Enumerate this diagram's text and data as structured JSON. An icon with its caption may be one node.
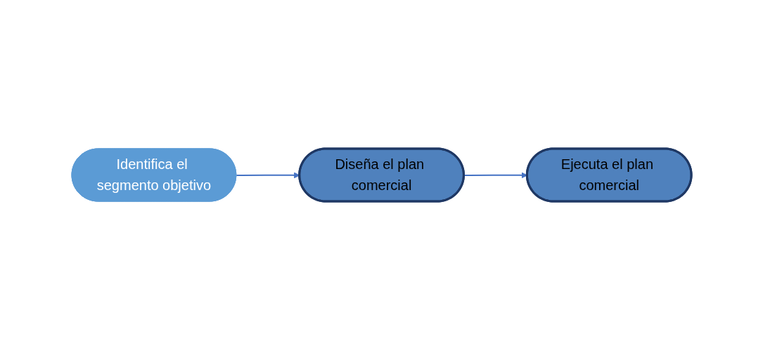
{
  "diagram": {
    "nodes": [
      {
        "text": [
          "Identifica el segmento objetivo"
        ]
      },
      {
        "text": [
          "Diseña el plan comercial"
        ]
      },
      {
        "text": [
          "Ejecuta el plan comercial"
        ]
      }
    ],
    "edges": [
      {
        "from": 0,
        "to": 1,
        "arrow": "to"
      },
      {
        "from": 1,
        "to": 2,
        "arrow": "to"
      }
    ]
  }
}
